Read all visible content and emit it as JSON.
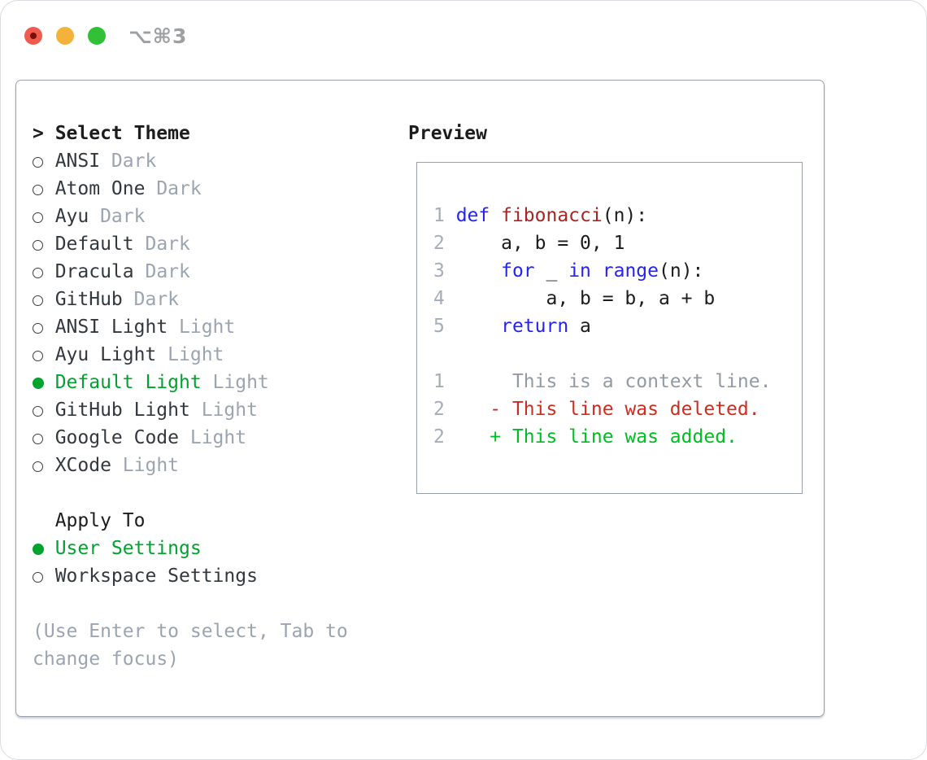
{
  "colors": {
    "selected_green": "#00a32e",
    "added_green": "#00bd23",
    "deleted_red": "#cd2d20",
    "keyword_blue": "#2524f0",
    "function_red": "#a92422",
    "ink": "#1c1c1c",
    "item_text": "#33383f",
    "muted_gray": "#9ba4b0",
    "line_number_gray": "#a6adb8",
    "context_gray": "#939aa4",
    "border_gray": "#9aa1ac",
    "titlebar_gray": "#9da0a3",
    "traffic_red": "#f15b4e",
    "traffic_yellow": "#f3b23a",
    "traffic_green": "#32c136"
  },
  "window": {
    "title": "⌥⌘3"
  },
  "theme_picker": {
    "cursor": ">",
    "title": "Select Theme",
    "items": [
      {
        "name": "ANSI",
        "variant": "Dark",
        "selected": false
      },
      {
        "name": "Atom One",
        "variant": "Dark",
        "selected": false
      },
      {
        "name": "Ayu",
        "variant": "Dark",
        "selected": false
      },
      {
        "name": "Default",
        "variant": "Dark",
        "selected": false
      },
      {
        "name": "Dracula",
        "variant": "Dark",
        "selected": false
      },
      {
        "name": "GitHub",
        "variant": "Dark",
        "selected": false
      },
      {
        "name": "ANSI Light",
        "variant": "Light",
        "selected": false
      },
      {
        "name": "Ayu Light",
        "variant": "Light",
        "selected": false
      },
      {
        "name": "Default Light",
        "variant": "Light",
        "selected": true
      },
      {
        "name": "GitHub Light",
        "variant": "Light",
        "selected": false
      },
      {
        "name": "Google Code",
        "variant": "Light",
        "selected": false
      },
      {
        "name": "XCode",
        "variant": "Light",
        "selected": false
      }
    ]
  },
  "apply_to": {
    "title": "Apply To",
    "options": [
      {
        "label": "User Settings",
        "selected": true
      },
      {
        "label": "Workspace Settings",
        "selected": false
      }
    ]
  },
  "hint": "(Use Enter to select, Tab to change focus)",
  "preview": {
    "title": "Preview",
    "code_lines": [
      {
        "num": "1",
        "segs": [
          {
            "t": "def ",
            "c": "kw"
          },
          {
            "t": "fibonacci",
            "c": "fn"
          },
          {
            "t": "(n):",
            "c": "pl"
          }
        ]
      },
      {
        "num": "2",
        "segs": [
          {
            "t": "    a, b = 0, 1",
            "c": "pl"
          }
        ]
      },
      {
        "num": "3",
        "segs": [
          {
            "t": "    ",
            "c": "pl"
          },
          {
            "t": "for",
            "c": "kw"
          },
          {
            "t": " _ ",
            "c": "pl"
          },
          {
            "t": "in",
            "c": "kw"
          },
          {
            "t": " ",
            "c": "pl"
          },
          {
            "t": "range",
            "c": "kw"
          },
          {
            "t": "(n):",
            "c": "pl"
          }
        ]
      },
      {
        "num": "4",
        "segs": [
          {
            "t": "        a, b = b, a + b",
            "c": "pl"
          }
        ]
      },
      {
        "num": "5",
        "segs": [
          {
            "t": "    ",
            "c": "pl"
          },
          {
            "t": "return",
            "c": "kw"
          },
          {
            "t": " a",
            "c": "pl"
          }
        ]
      }
    ],
    "diff_lines": [
      {
        "num": "1",
        "text": "     This is a context line.",
        "c": "ctx"
      },
      {
        "num": "2",
        "text": "   - This line was deleted.",
        "c": "del"
      },
      {
        "num": "2",
        "text": "   + This line was added.",
        "c": "add"
      }
    ]
  }
}
